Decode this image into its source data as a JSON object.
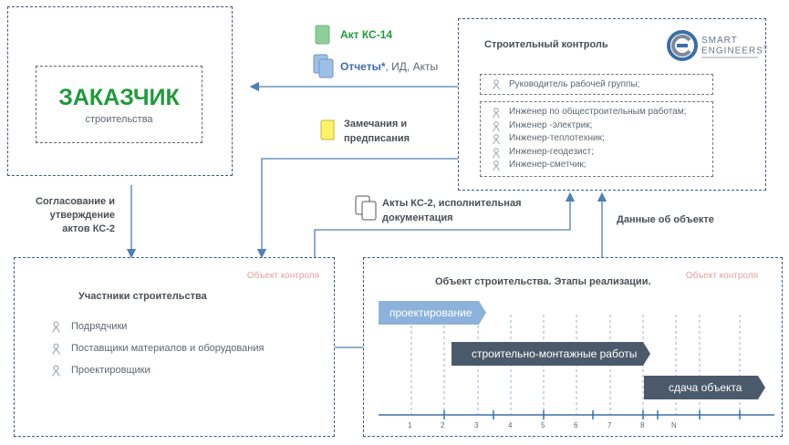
{
  "customer": {
    "title": "ЗАКАЗЧИК",
    "subtitle": "строительства"
  },
  "control": {
    "title": "Строительный контроль",
    "logo": {
      "line1": "SMART",
      "line2": "ENGINEERS",
      "mark": "®"
    },
    "lead": "Руководитель рабочей группы;",
    "engineers": [
      "Инженер по общестроительным работам;",
      "Инженер -электрик;",
      "Инженер-теплотехник;",
      "Инженер-геодезист;",
      "Инженер-сметчик;"
    ]
  },
  "docs": {
    "act14": "Акт КС-14",
    "reports_bold": "Отчеты*",
    "reports_rest": ", ИД, Акты",
    "remarks": [
      "Замечания и",
      "предписания"
    ],
    "act2": [
      "Акты КС-2, исполнительная",
      "документация"
    ],
    "object_data": "Данные об объекте",
    "approval": [
      "Согласование и",
      "утверждение",
      "актов КС-2"
    ]
  },
  "participants": {
    "tag": "Объект контроля",
    "title": "Участники строительства",
    "items": [
      "Подрядчики",
      "Поставщики материалов и оборудования",
      "Проектировщики"
    ]
  },
  "object": {
    "tag": "Объект контроля",
    "title": "Объект строительства. Этапы реализации.",
    "stages": [
      "проектирование",
      "строительно-монтажные работы",
      "сдача объекта"
    ],
    "ticks": [
      "1",
      "2",
      "3",
      "4",
      "5",
      "6",
      "7",
      "8",
      "N"
    ]
  },
  "colors": {
    "green": "#1f9a3c",
    "blue": "#3d6ea8",
    "light_blue": "#8cb2dc",
    "slate": "#4b5a6b",
    "red_tag": "#e4a0a0"
  }
}
